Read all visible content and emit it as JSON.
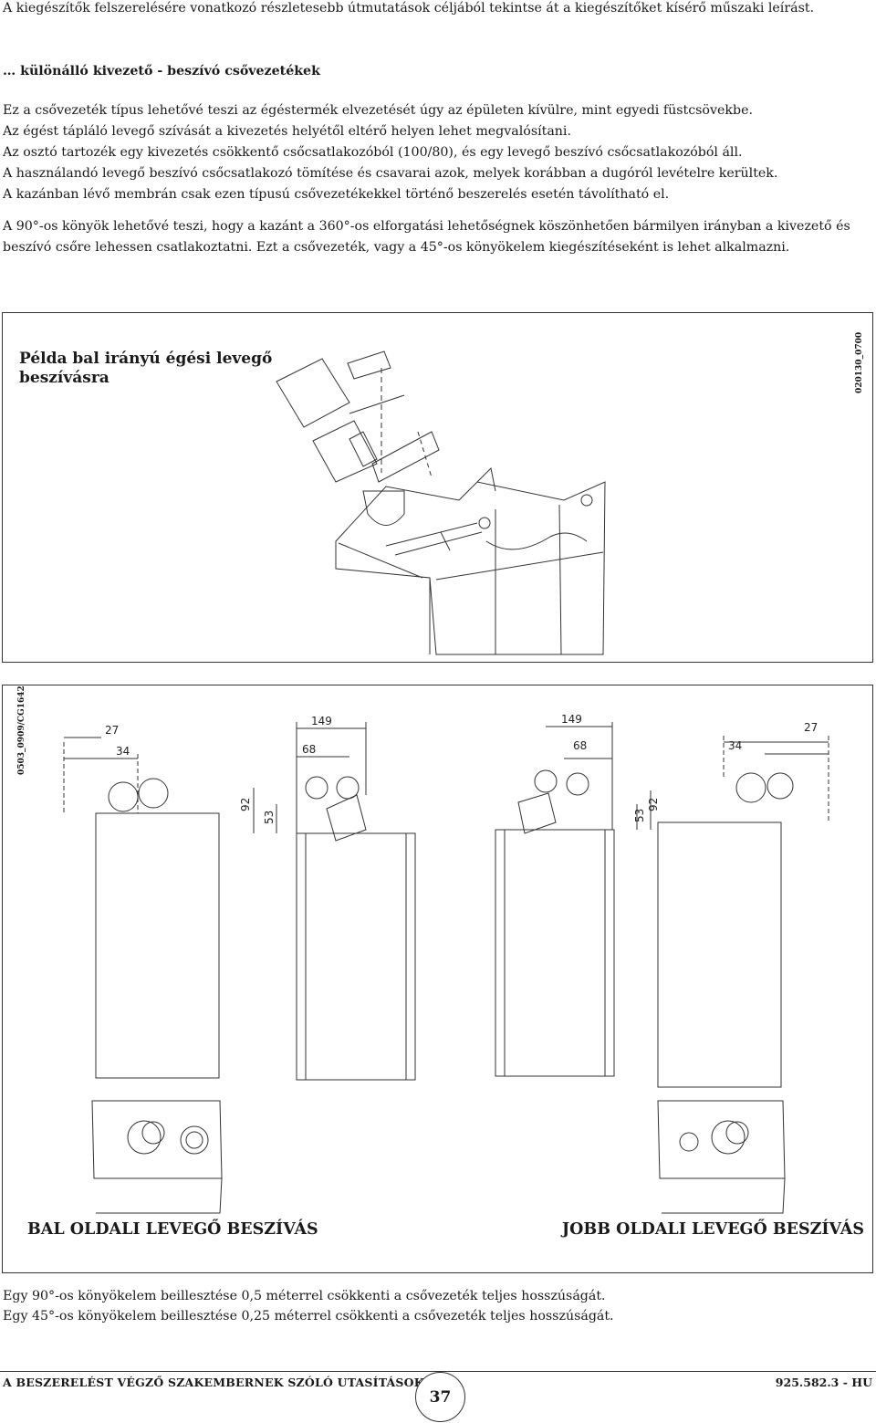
{
  "intro": "A kiegészítők felszerelésére vonatkozó részletesebb útmutatások céljából tekintse át a kiegészítőket kísérő műszaki leírást.",
  "section_title": "… különálló kivezető - beszívó csővezetékek",
  "paragraph1": [
    "Ez a csővezeték típus lehetővé teszi az égéstermék elvezetését úgy az épületen kívülre, mint egyedi füstcsövekbe.",
    "Az égést tápláló levegő szívását a kivezetés helyétől eltérő helyen lehet megvalósítani.",
    "Az osztó tartozék egy kivezetés csökkentő csőcsatlakozóból (100/80), és egy levegő beszívó csőcsatlakozóból áll.",
    "A használandó levegő beszívó csőcsatlakozó tömítése és csavarai azok, melyek korábban a dugóról levételre kerültek.",
    "A kazánban lévő membrán csak ezen típusú csővezetékekkel történő beszerelés esetén távolítható el."
  ],
  "paragraph2": "A 90°-os könyök lehetővé teszi, hogy a kazánt a 360°-os elforgatási lehetőségnek köszönhetően bármilyen irányban a kivezető és beszívó csőre lehessen csatlakoztatni. Ezt a csővezeték, vagy a 45°-os könyökelem kiegészítéseként is lehet alkalmazni.",
  "figure1": {
    "caption": "Példa bal irányú égési levegő beszívásra",
    "code": "020130_0700"
  },
  "figure2": {
    "code": "0503_0909/CG1642",
    "dims_left": {
      "d27": "27",
      "d34": "34",
      "d92": "92",
      "d53": "53",
      "d149": "149",
      "d68": "68"
    },
    "dims_right": {
      "d149": "149",
      "d68": "68",
      "d53": "53",
      "d92": "92",
      "d34": "34",
      "d27": "27"
    },
    "label_left": "BAL OLDALI LEVEGŐ BESZÍVÁS",
    "label_right": "JOBB OLDALI LEVEGŐ BESZÍVÁS"
  },
  "notes": [
    "Egy 90°-os könyökelem beillesztése 0,5 méterrel csökkenti a csővezeték teljes hosszúságát.",
    "Egy 45°-os könyökelem beillesztése 0,25 méterrel csökkenti a csővezeték teljes hosszúságát."
  ],
  "footer": {
    "left": "A BESZERELÉST VÉGZŐ SZAKEMBERNEK SZÓLÓ UTASÍTÁSOK",
    "page": "37",
    "right": "925.582.3 - HU"
  }
}
